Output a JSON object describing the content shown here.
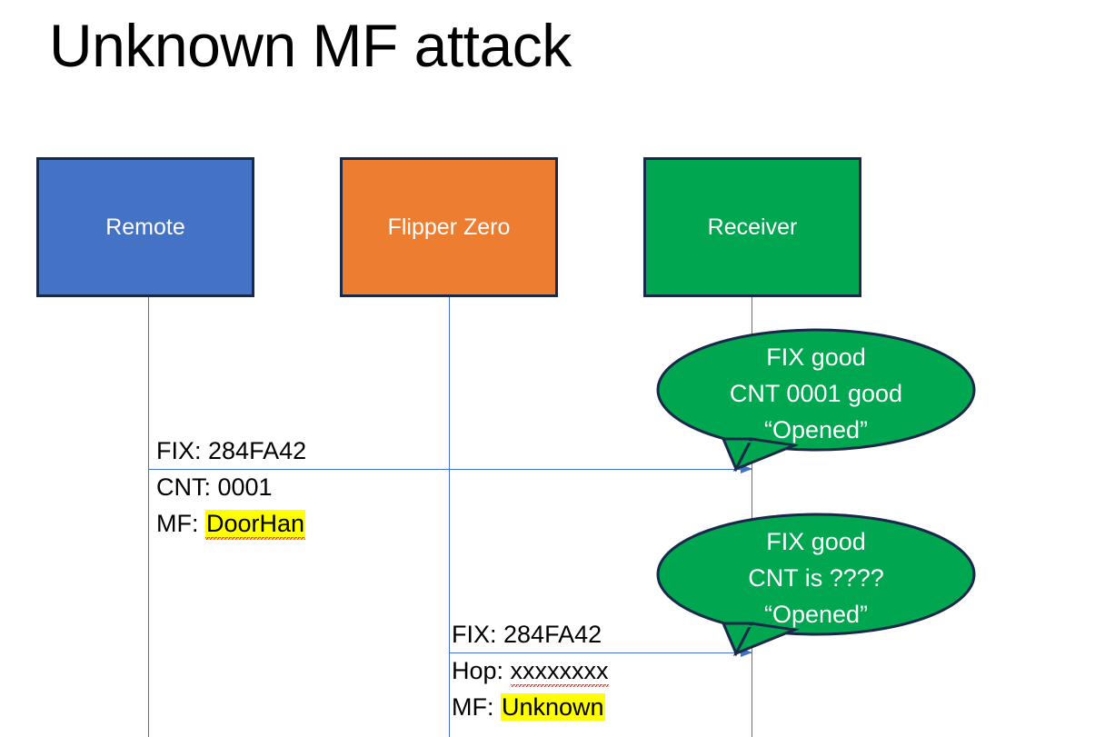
{
  "slide": {
    "title": "Unknown MF attack",
    "background_color": "#FFFFFF"
  },
  "actors": [
    {
      "id": "remote",
      "label": "Remote",
      "color": "#4472C4",
      "border_color": "#18294A",
      "text_color": "#FFFFFF"
    },
    {
      "id": "flipper",
      "label": "Flipper Zero",
      "color": "#ED7D31",
      "border_color": "#18294A",
      "text_color": "#FFFFFF"
    },
    {
      "id": "receiver",
      "label": "Receiver",
      "color": "#00A650",
      "border_color": "#18294A",
      "text_color": "#FFFFFF"
    }
  ],
  "messages": [
    {
      "id": "remote-to-receiver",
      "from": "remote",
      "to": "receiver",
      "arrow_color": "#4472C4",
      "lines": [
        {
          "label": "FIX: ",
          "value": "284FA42",
          "highlight": false,
          "spellcheck_error": false
        },
        {
          "label": "CNT: ",
          "value": "0001",
          "highlight": false,
          "spellcheck_error": false
        },
        {
          "label": "MF: ",
          "value": "DoorHan",
          "highlight": true,
          "spellcheck_error": true
        }
      ]
    },
    {
      "id": "flipper-to-receiver",
      "from": "flipper",
      "to": "receiver",
      "arrow_color": "#4472C4",
      "lines": [
        {
          "label": "FIX: ",
          "value": "284FA42",
          "highlight": false,
          "spellcheck_error": false
        },
        {
          "label": "Hop: ",
          "value": "xxxxxxxx",
          "highlight": false,
          "spellcheck_error": true
        },
        {
          "label": "MF: ",
          "value": "Unknown",
          "highlight": true,
          "spellcheck_error": false
        }
      ]
    }
  ],
  "bubbles": [
    {
      "id": "bubble-1",
      "attached_to": "receiver",
      "fill": "#00A650",
      "stroke": "#18294A",
      "text_color": "#FFFFFF",
      "lines": [
        "FIX good",
        "CNT 0001 good",
        "“Opened”"
      ]
    },
    {
      "id": "bubble-2",
      "attached_to": "receiver",
      "fill": "#00A650",
      "stroke": "#18294A",
      "text_color": "#FFFFFF",
      "lines": [
        "FIX good",
        "CNT is ????",
        "“Opened”"
      ]
    }
  ],
  "highlight_color": "#FFFF00",
  "spellcheck_underline_color": "#D93025"
}
